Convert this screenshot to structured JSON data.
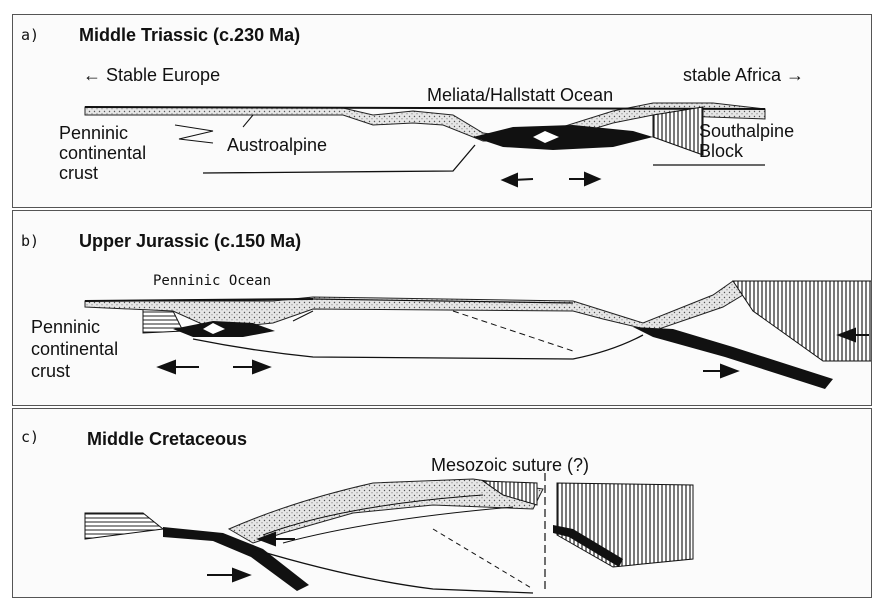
{
  "panels": [
    {
      "letter": "a)",
      "title": "Middle Triassic (c.230 Ma)",
      "labels": {
        "stable_europe": "← Stable Europe",
        "stable_africa": "stable Africa →",
        "meliata": "Meliata/Hallstatt Ocean",
        "penninic_1": "Penninic",
        "penninic_2": "continental",
        "penninic_3": "crust",
        "austroalpine": "Austroalpine",
        "southalpine_1": "Southalpine",
        "southalpine_2": "Block"
      }
    },
    {
      "letter": "b)",
      "title": "Upper Jurassic (c.150 Ma)",
      "labels": {
        "penninic_ocean": "Penninic Ocean",
        "penninic_1": "Penninic",
        "penninic_2": "continental",
        "penninic_3": "crust"
      }
    },
    {
      "letter": "c)",
      "title": "Middle Cretaceous",
      "labels": {
        "suture": "Mesozoic suture (?)"
      }
    }
  ],
  "colors": {
    "ink": "#111111",
    "stipple": "#9a9a9a",
    "frame": "#555555"
  }
}
